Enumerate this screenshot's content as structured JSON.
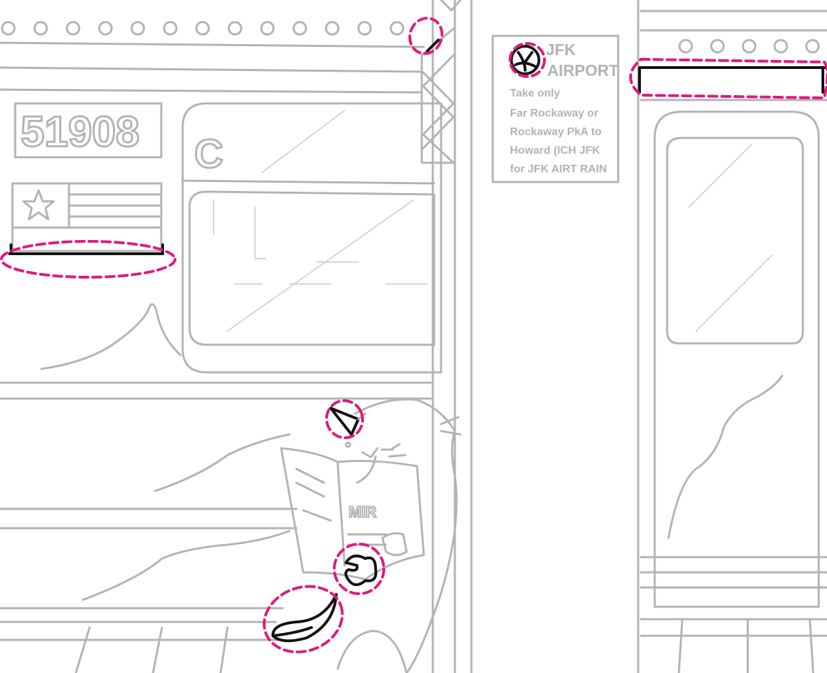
{
  "train": {
    "car_number": "51908",
    "line_letter": "C"
  },
  "sign": {
    "title_line1": "JFK",
    "title_line2": "AIRPORT",
    "lines": [
      "Take only",
      "Far Rockaway or",
      "Rockaway  PkA to",
      "Howard (ICH JFK",
      "for JFK AIRT RAIN"
    ]
  },
  "newspaper": {
    "headline": "MIR"
  },
  "colors": {
    "sketch_gray": "#b3b3b3",
    "ink_black": "#111111",
    "highlight_magenta": "#e0197d"
  }
}
